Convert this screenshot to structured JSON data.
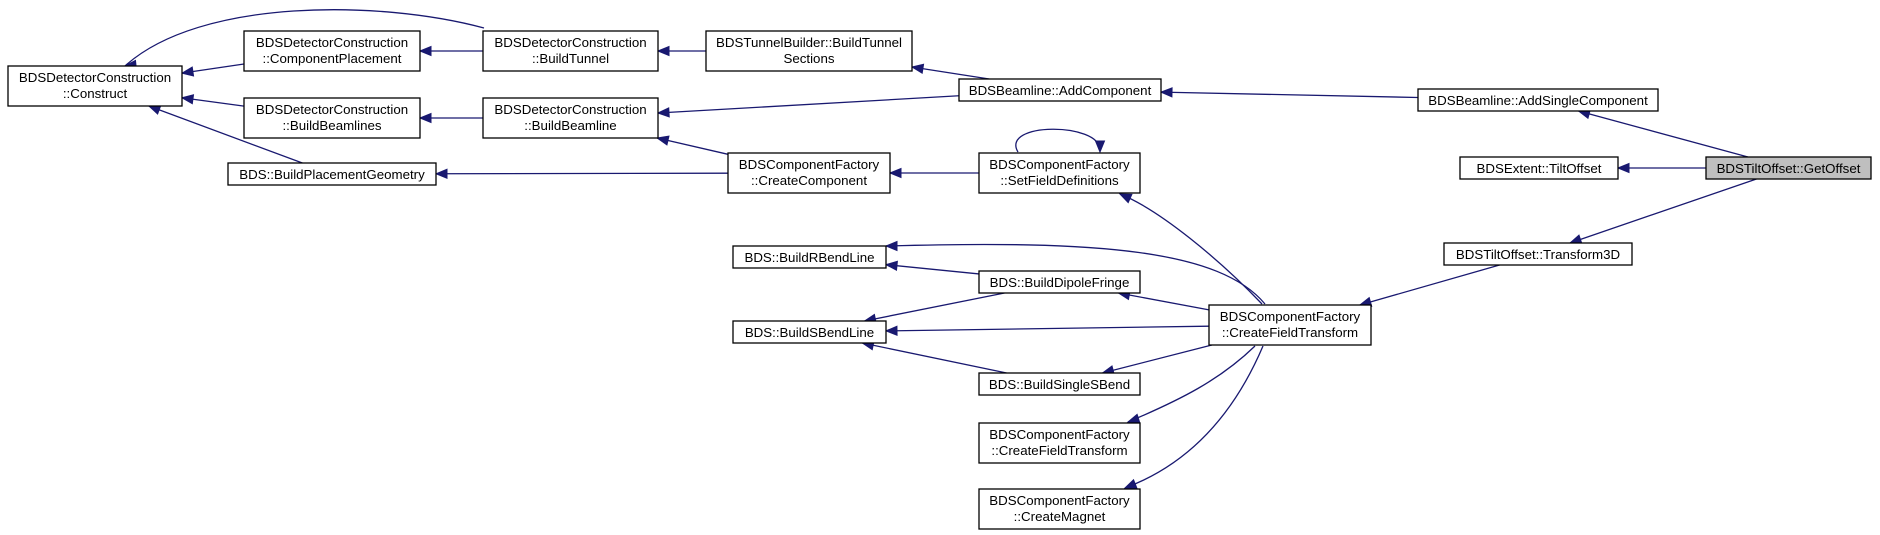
{
  "graph": {
    "focus": "BDSTiltOffset::GetOffset",
    "colors": {
      "edge": "#191970",
      "node_border": "#000000",
      "node_fill": "#ffffff",
      "focus_fill": "#bfbfbf"
    },
    "nodes": [
      {
        "id": "construct",
        "lines": [
          "BDSDetectorConstruction",
          "::Construct"
        ]
      },
      {
        "id": "component-placement",
        "lines": [
          "BDSDetectorConstruction",
          "::ComponentPlacement"
        ]
      },
      {
        "id": "build-beamlines",
        "lines": [
          "BDSDetectorConstruction",
          "::BuildBeamlines"
        ]
      },
      {
        "id": "build-placement-geometry",
        "lines": [
          "BDS::BuildPlacementGeometry"
        ]
      },
      {
        "id": "build-tunnel",
        "lines": [
          "BDSDetectorConstruction",
          "::BuildTunnel"
        ]
      },
      {
        "id": "build-beamline",
        "lines": [
          "BDSDetectorConstruction",
          "::BuildBeamline"
        ]
      },
      {
        "id": "tunnel-builder",
        "lines": [
          "BDSTunnelBuilder::BuildTunnel",
          "Sections"
        ]
      },
      {
        "id": "create-component",
        "lines": [
          "BDSComponentFactory",
          "::CreateComponent"
        ]
      },
      {
        "id": "build-rbendline",
        "lines": [
          "BDS::BuildRBendLine"
        ]
      },
      {
        "id": "build-sbendline",
        "lines": [
          "BDS::BuildSBendLine"
        ]
      },
      {
        "id": "add-component",
        "lines": [
          "BDSBeamline::AddComponent"
        ]
      },
      {
        "id": "set-field-definitions",
        "lines": [
          "BDSComponentFactory",
          "::SetFieldDefinitions"
        ]
      },
      {
        "id": "build-dipole-fringe",
        "lines": [
          "BDS::BuildDipoleFringe"
        ]
      },
      {
        "id": "build-single-sbend",
        "lines": [
          "BDS::BuildSingleSBend"
        ]
      },
      {
        "id": "create-field-transform-left",
        "lines": [
          "BDSComponentFactory",
          "::CreateFieldTransform"
        ]
      },
      {
        "id": "create-magnet",
        "lines": [
          "BDSComponentFactory",
          "::CreateMagnet"
        ]
      },
      {
        "id": "create-field-transform",
        "lines": [
          "BDSComponentFactory",
          "::CreateFieldTransform"
        ]
      },
      {
        "id": "add-single-component",
        "lines": [
          "BDSBeamline::AddSingleComponent"
        ]
      },
      {
        "id": "extent-tilt-offset",
        "lines": [
          "BDSExtent::TiltOffset"
        ]
      },
      {
        "id": "transform-3d",
        "lines": [
          "BDSTiltOffset::Transform3D"
        ]
      },
      {
        "id": "get-offset",
        "lines": [
          "BDSTiltOffset::GetOffset"
        ]
      }
    ],
    "edges": [
      {
        "from": "component-placement",
        "to": "construct"
      },
      {
        "from": "build-beamlines",
        "to": "construct"
      },
      {
        "from": "build-placement-geometry",
        "to": "construct"
      },
      {
        "from": "build-tunnel",
        "to": "construct"
      },
      {
        "from": "build-tunnel",
        "to": "component-placement"
      },
      {
        "from": "build-beamline",
        "to": "build-beamlines"
      },
      {
        "from": "tunnel-builder",
        "to": "build-tunnel"
      },
      {
        "from": "create-component",
        "to": "build-beamline"
      },
      {
        "from": "create-component",
        "to": "build-placement-geometry"
      },
      {
        "from": "add-component",
        "to": "tunnel-builder"
      },
      {
        "from": "add-component",
        "to": "build-beamline"
      },
      {
        "from": "set-field-definitions",
        "to": "create-component"
      },
      {
        "from": "set-field-definitions",
        "to": "set-field-definitions"
      },
      {
        "from": "build-dipole-fringe",
        "to": "build-rbendline"
      },
      {
        "from": "build-dipole-fringe",
        "to": "build-sbendline"
      },
      {
        "from": "build-single-sbend",
        "to": "build-sbendline"
      },
      {
        "from": "create-field-transform",
        "to": "set-field-definitions"
      },
      {
        "from": "create-field-transform",
        "to": "build-rbendline"
      },
      {
        "from": "create-field-transform",
        "to": "build-dipole-fringe"
      },
      {
        "from": "create-field-transform",
        "to": "build-sbendline"
      },
      {
        "from": "create-field-transform",
        "to": "build-single-sbend"
      },
      {
        "from": "create-field-transform",
        "to": "create-field-transform-left"
      },
      {
        "from": "create-field-transform",
        "to": "create-magnet"
      },
      {
        "from": "add-single-component",
        "to": "add-component"
      },
      {
        "from": "transform-3d",
        "to": "create-field-transform"
      },
      {
        "from": "get-offset",
        "to": "add-single-component"
      },
      {
        "from": "get-offset",
        "to": "extent-tilt-offset"
      },
      {
        "from": "get-offset",
        "to": "transform-3d"
      }
    ]
  }
}
